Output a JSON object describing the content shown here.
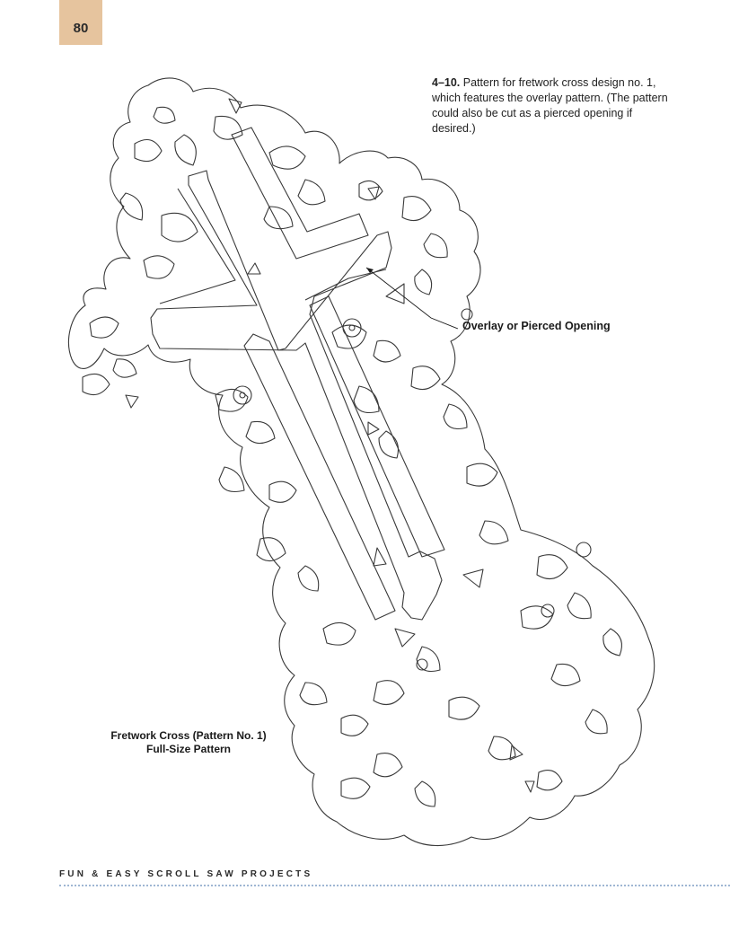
{
  "page_number": "80",
  "caption": {
    "fig_number": "4–10.",
    "text": " Pattern for fretwork cross design no. 1, which features the overlay pattern. (The pattern could also be cut as a pierced opening if desired.)"
  },
  "callout_label": "Overlay or Pierced Opening",
  "figure_title": {
    "line1": "Fretwork Cross (Pattern No. 1)",
    "line2": "Full-Size Pattern"
  },
  "footer_text": "FUN & EASY SCROLL SAW PROJECTS",
  "colors": {
    "page_tab": "#e6c49e",
    "footer_rule": "#9fb6d3",
    "line_art": "#3a3a3a"
  }
}
